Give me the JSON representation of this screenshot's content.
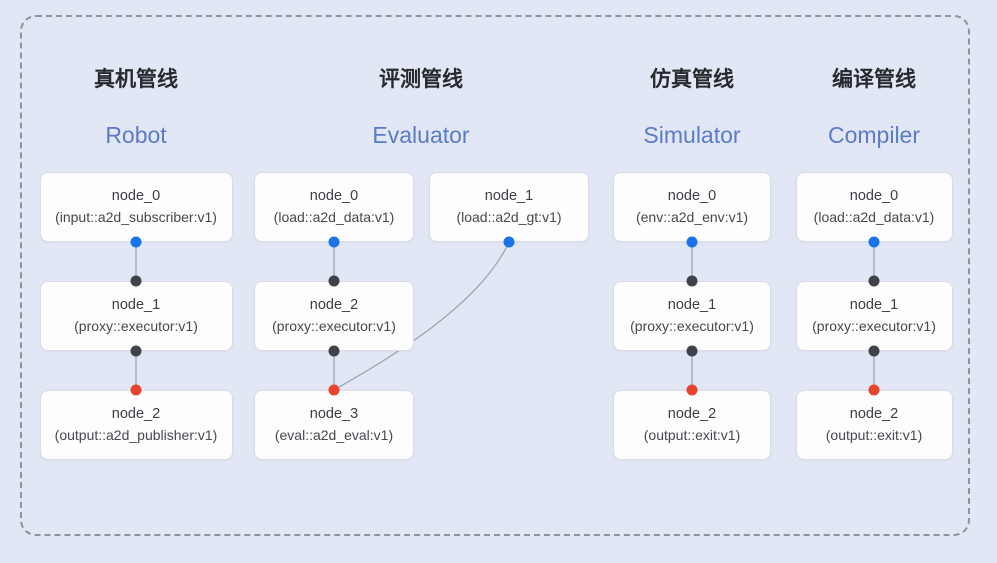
{
  "colors": {
    "background": "#e2e7f5",
    "frame_border": "#8e939d",
    "box_bg": "#fdfdfe",
    "box_border": "#d9dce3",
    "title_zh": "#26292e",
    "title_en": "#5b7bc8",
    "connector_line": "#9aa1ab",
    "port_blue": "#1a73e8",
    "port_black": "#3f4247",
    "port_red": "#e8432d"
  },
  "pipelines": [
    {
      "title_zh": "真机管线",
      "title_en": "Robot",
      "nodes": [
        {
          "name": "node_0",
          "detail": "(input::a2d_subscriber:v1)",
          "row": 0,
          "col": 0
        },
        {
          "name": "node_1",
          "detail": "(proxy::executor:v1)",
          "row": 1,
          "col": 0
        },
        {
          "name": "node_2",
          "detail": "(output::a2d_publisher:v1)",
          "row": 2,
          "col": 0
        }
      ],
      "edges": [
        {
          "from": 0,
          "to": 1,
          "from_color": "port_blue",
          "to_color": "port_black",
          "curved": false
        },
        {
          "from": 1,
          "to": 2,
          "from_color": "port_black",
          "to_color": "port_red",
          "curved": false
        }
      ]
    },
    {
      "title_zh": "评测管线",
      "title_en": "Evaluator",
      "nodes": [
        {
          "name": "node_0",
          "detail": "(load::a2d_data:v1)",
          "row": 0,
          "col": 0
        },
        {
          "name": "node_1",
          "detail": "(load::a2d_gt:v1)",
          "row": 0,
          "col": 1
        },
        {
          "name": "node_2",
          "detail": "(proxy::executor:v1)",
          "row": 1,
          "col": 0
        },
        {
          "name": "node_3",
          "detail": "(eval::a2d_eval:v1)",
          "row": 2,
          "col": 0
        }
      ],
      "edges": [
        {
          "from": 0,
          "to": 2,
          "from_color": "port_blue",
          "to_color": "port_black",
          "curved": false
        },
        {
          "from": 2,
          "to": 3,
          "from_color": "port_black",
          "to_color": "port_red",
          "curved": false
        },
        {
          "from": 1,
          "to": 3,
          "from_color": "port_blue",
          "to_color": "port_red",
          "curved": true
        }
      ]
    },
    {
      "title_zh": "仿真管线",
      "title_en": "Simulator",
      "nodes": [
        {
          "name": "node_0",
          "detail": "(env::a2d_env:v1)",
          "row": 0,
          "col": 0
        },
        {
          "name": "node_1",
          "detail": "(proxy::executor:v1)",
          "row": 1,
          "col": 0
        },
        {
          "name": "node_2",
          "detail": "(output::exit:v1)",
          "row": 2,
          "col": 0
        }
      ],
      "edges": [
        {
          "from": 0,
          "to": 1,
          "from_color": "port_blue",
          "to_color": "port_black",
          "curved": false
        },
        {
          "from": 1,
          "to": 2,
          "from_color": "port_black",
          "to_color": "port_red",
          "curved": false
        }
      ]
    },
    {
      "title_zh": "编译管线",
      "title_en": "Compiler",
      "nodes": [
        {
          "name": "node_0",
          "detail": "(load::a2d_data:v1)",
          "row": 0,
          "col": 0
        },
        {
          "name": "node_1",
          "detail": "(proxy::executor:v1)",
          "row": 1,
          "col": 0
        },
        {
          "name": "node_2",
          "detail": "(output::exit:v1)",
          "row": 2,
          "col": 0
        }
      ],
      "edges": [
        {
          "from": 0,
          "to": 1,
          "from_color": "port_blue",
          "to_color": "port_black",
          "curved": false
        },
        {
          "from": 1,
          "to": 2,
          "from_color": "port_black",
          "to_color": "port_red",
          "curved": false
        }
      ]
    }
  ]
}
